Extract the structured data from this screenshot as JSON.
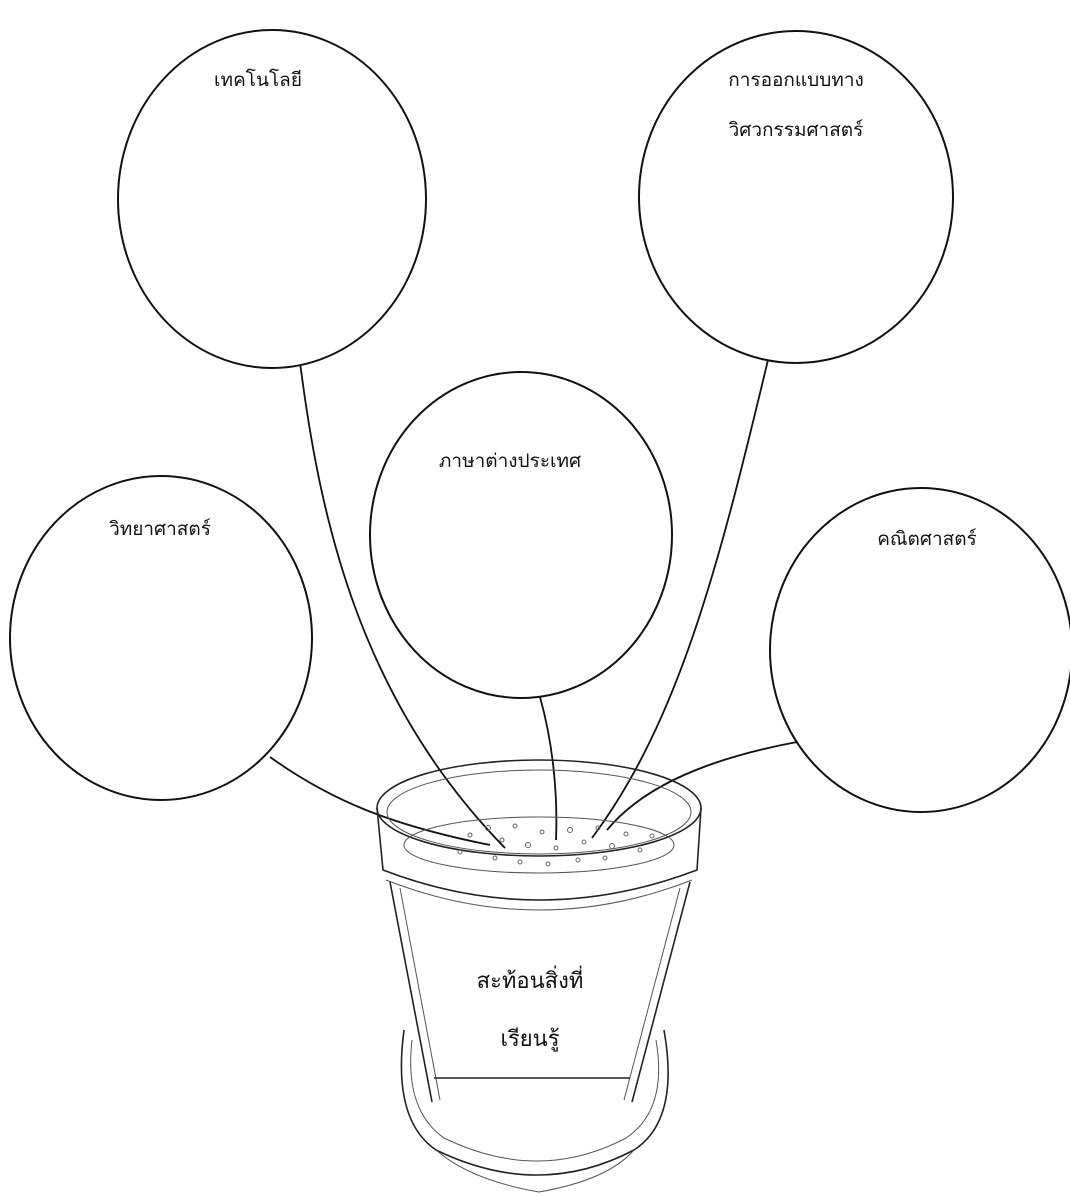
{
  "bubbles": {
    "technology": {
      "lines": [
        "เทคโนโลยี"
      ]
    },
    "engineering": {
      "lines": [
        "การออกแบบทาง",
        "วิศวกรรมศาสตร์"
      ]
    },
    "language": {
      "lines": [
        "ภาษาต่างประเทศ"
      ]
    },
    "science": {
      "lines": [
        "วิทยาศาสตร์"
      ]
    },
    "math": {
      "lines": [
        "คณิตศาสตร์"
      ]
    }
  },
  "pot": {
    "lines": [
      "สะท้อนสิ่งที่",
      "เรียนรู้"
    ]
  }
}
